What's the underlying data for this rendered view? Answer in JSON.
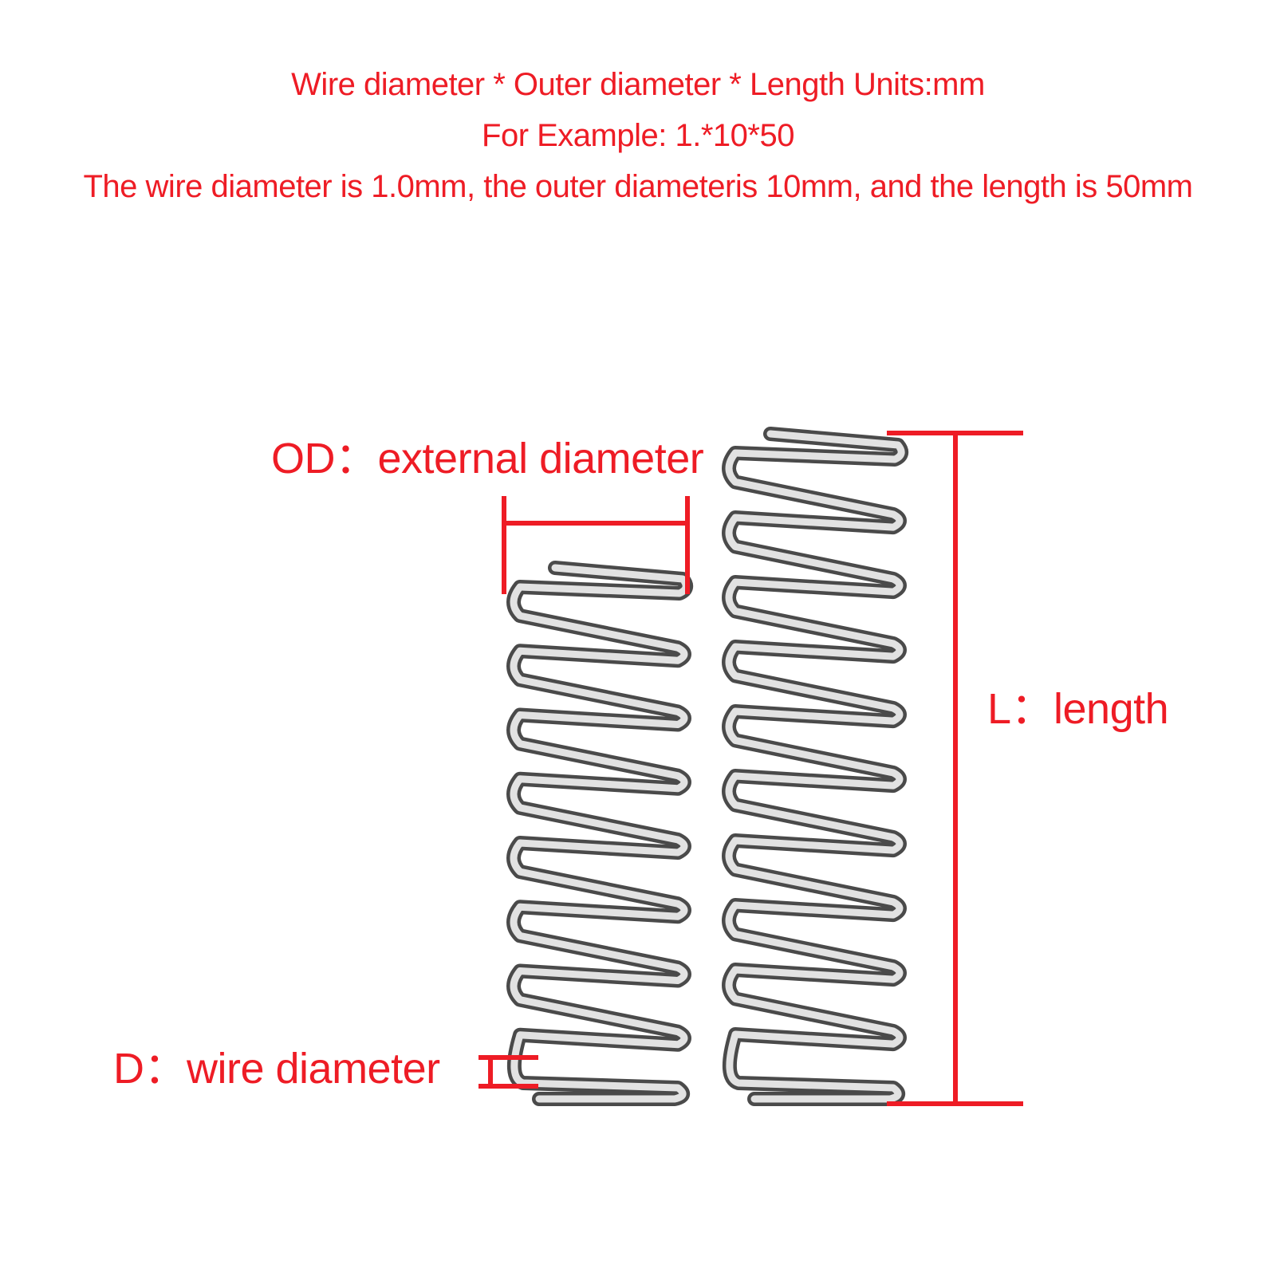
{
  "header": {
    "line1": "Wire diameter * Outer diameter * Length Units:mm",
    "line2": "For Example: 1.*10*50",
    "line3": "The wire diameter is 1.0mm, the outer diameteris 10mm, and the length is 50mm"
  },
  "labels": {
    "outer_diameter": "OD：external diameter",
    "length": "L：length",
    "wire_diameter": "D：wire diameter"
  },
  "colors": {
    "annotation": "#ee1c25",
    "spring_dark": "#4a4a4a",
    "spring_light": "#e2e2e2"
  },
  "springs": [
    {
      "name": "short-spring",
      "coils": 7
    },
    {
      "name": "long-spring",
      "coils": 9
    }
  ]
}
